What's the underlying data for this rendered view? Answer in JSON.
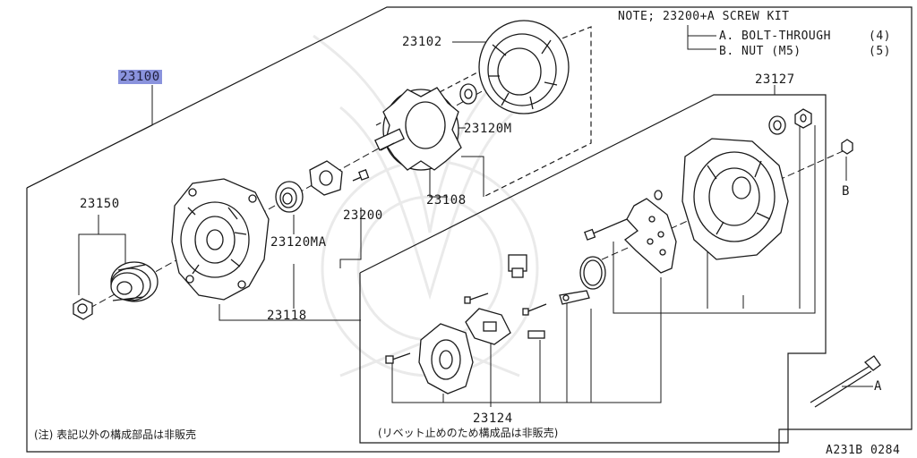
{
  "labels": {
    "main_part": "23100",
    "pulley_part": "23150",
    "front_housing": "23118",
    "front_bearing": "23120MA",
    "screw": "23200",
    "rotor": "23108",
    "rear_bearing": "23120M",
    "fan_part": "23102",
    "rear_assembly": "23127",
    "regulator": "23124",
    "bolt_a": "A",
    "nut_b": "B"
  },
  "note": {
    "title": "NOTE; 23200+A SCREW KIT",
    "line_a": "A. BOLT-THROUGH",
    "qty_a": "(4)",
    "line_b": "B. NUT (M5)",
    "qty_b": "(5)"
  },
  "footnotes": {
    "left": "(注) 表記以外の構成部品は非販売",
    "center": "(リベット止めのため構成品は非販売)"
  },
  "diagram_code": "A231B 0284",
  "colors": {
    "line": "#1a1a1a",
    "highlight": "#8a93dd"
  }
}
